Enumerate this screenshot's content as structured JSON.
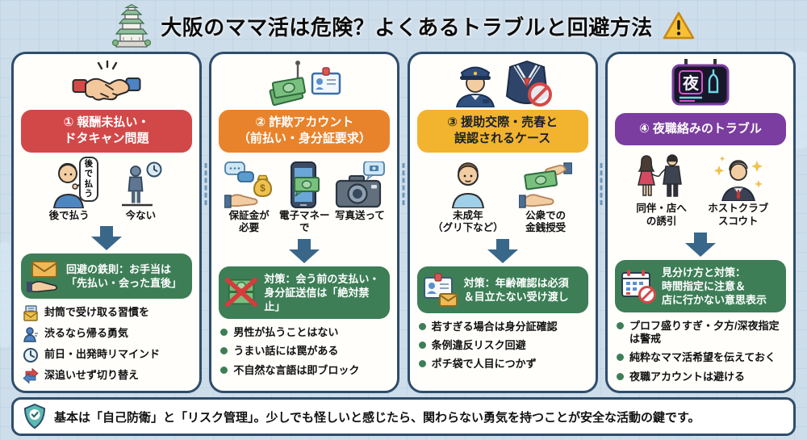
{
  "header": {
    "title": "大阪のママ活は危険？よくあるトラブルと回避方法",
    "left_icon": "osaka-castle-icon",
    "right_icon": "warning-triangle-icon"
  },
  "colors": {
    "background": "#cdddea",
    "card_border": "#2e4d6b",
    "card1_accent": "#d24848",
    "card2_accent": "#e8832c",
    "card3_accent": "#f2b32e",
    "card4_accent": "#7b3da0",
    "solution_green": "#3d7e57",
    "arrow_blue": "#39678a"
  },
  "icons": {
    "money_bag_symbol": "$"
  },
  "cards": [
    {
      "icon": "handshake-icon",
      "badge": "① 報酬未払い・\nドタキャン問題",
      "sub_items": [
        {
          "icon": "thinking-person-icon",
          "bubble": "後で\n払う",
          "label": "後で払う"
        },
        {
          "icon": "waiting-person-clock-icon",
          "label": "今ない"
        }
      ],
      "solution": {
        "icon": "envelope-hand-icon",
        "text": "回避の鉄則：お手当は\n「先払い・会った直後」"
      },
      "tips": [
        {
          "icon": "envelope-doc-icon",
          "text": "封筒で受け取る習慣を"
        },
        {
          "icon": "person-icon",
          "text": "渋るなら帰る勇気"
        },
        {
          "icon": "clock-icon",
          "text": "前日・出発時リマインド"
        },
        {
          "icon": "switch-arrows-icon",
          "text": "深追いせず切り替え"
        }
      ]
    },
    {
      "icon": "fishhook-money-idcard-icon",
      "badge": "② 詐欺アカウント\n（前払い・身分証要求）",
      "sub_items": [
        {
          "icon": "chat-moneybag-hand-icon",
          "label": "保証金が\n必要"
        },
        {
          "icon": "phone-money-icon",
          "label": "電子マネー\nで"
        },
        {
          "icon": "camera-icon",
          "label": "写真送って"
        }
      ],
      "solution": {
        "icon": "money-cross-icon",
        "text": "対策：会う前の支払い・\n身分証送信は「絶対禁止」"
      },
      "tips": [
        {
          "text": "男性が払うことはない"
        },
        {
          "text": "うまい話には罠がある"
        },
        {
          "text": "不自然な言語は即ブロック"
        }
      ]
    },
    {
      "icon": "police-sailor-uniform-icon",
      "badge": "③ 援助交際・売春と\n誤認されるケース",
      "sub_items": [
        {
          "icon": "minor-person-icon",
          "label": "未成年\n（グリ下など）"
        },
        {
          "icon": "money-handover-icon",
          "label": "公衆での\n金銭授受"
        }
      ],
      "solution": {
        "icon": "idcard-envelope-icon",
        "text": "対策：年齢確認は必須\n＆目立たない受け渡し"
      },
      "tips": [
        {
          "text": "若すぎる場合は身分証確認"
        },
        {
          "text": "条例違反リスク回避"
        },
        {
          "text": "ポチ袋で人目につかず"
        }
      ]
    },
    {
      "icon": "neon-sign-icon",
      "neon_text": "夜",
      "badge": "④ 夜職絡みのトラブル",
      "sub_items": [
        {
          "icon": "couple-icon",
          "label": "同伴・店へ\nの誘引"
        },
        {
          "icon": "host-icon",
          "label": "ホストクラブ\nスコウト"
        }
      ],
      "solution": {
        "icon": "calendar-ban-icon",
        "text": "見分け方と対策：\n時間指定に注意＆\n店に行かない意思表示"
      },
      "tips": [
        {
          "text": "プロフ盛りすぎ・夕方/深夜指定は警戒"
        },
        {
          "text": "純粋なママ活希望を伝えておく"
        },
        {
          "text": "夜職アカウントは避ける"
        }
      ]
    }
  ],
  "footer": {
    "icon": "shield-check-icon",
    "text": "基本は「自己防衛」と「リスク管理」。少しでも怪しいと感じたら、関わらない勇気を持つことが安全な活動の鍵です。"
  }
}
